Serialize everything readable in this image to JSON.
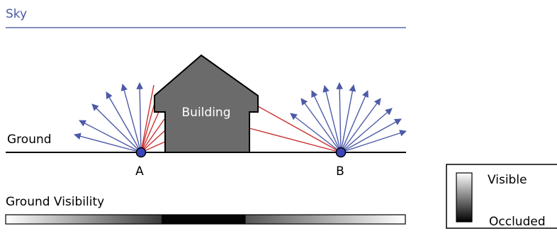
{
  "labels": {
    "sky": "Sky",
    "ground": "Ground",
    "building": "Building",
    "point_a": "A",
    "point_b": "B",
    "ground_visibility": "Ground Visibility"
  },
  "legend": {
    "visible": "Visible",
    "occluded": "Occluded"
  },
  "colors": {
    "sky_text": "#4a5aa6",
    "sky_line": "#5b6aae",
    "ray_visible": "#4c5aa8",
    "ray_occluded": "#cc3030",
    "building_fill": "#6b6b6b",
    "point_fill": "#3a45b8"
  }
}
